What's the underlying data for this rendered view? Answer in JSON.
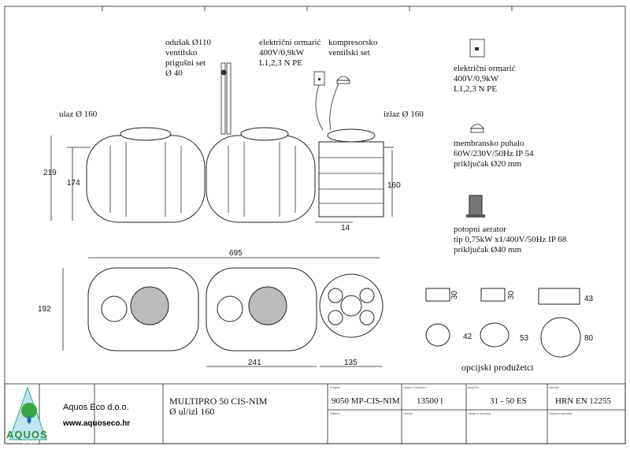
{
  "labels": {
    "odusak": [
      "odušak Ø110",
      "ventilsko",
      "prigušni set",
      "Ø 40"
    ],
    "ormaric_top": [
      "električni ormarić",
      "400V/0,9kW",
      "L1,2,3 N PE"
    ],
    "kompresor": [
      "kompresorsko",
      "ventilski set"
    ],
    "ulaz": "ulaz Ø 160",
    "izlaz": "izlaz Ø 160",
    "ormaric_right": [
      "električni ormarić",
      "400V/0,9kW",
      "L1,2,3 N PE"
    ],
    "puhalo": [
      "membransko puhalo",
      "60W/230V/50Hz  IP 54",
      "priključak Ø20 mm"
    ],
    "aerator": [
      "potopni aerator",
      "tip 0,75kW x1/400V/50Hz IP 68",
      "priključak Ø40 mm"
    ],
    "optional": "opcijski produžetci"
  },
  "dimensions": {
    "h_total": "219",
    "h_body": "174",
    "h_third": "160",
    "gap": "14",
    "length": "695",
    "width": "192",
    "spacing": "241",
    "diam_third": "135",
    "ext1_h": "30",
    "ext2_h": "30",
    "ext3_h": "43",
    "ext1_d": "42",
    "ext2_d": "53",
    "ext3_d": "80"
  },
  "title_block": {
    "company": "Aquos Eco d.o.o.",
    "website": "www.aquoseco.hr",
    "logo_text": "AQUOS",
    "logo_sub": "GROUP",
    "product": "MULTIPRO 50 CIS-NIM",
    "inlet": "Ø ul/izl 160",
    "fields": [
      {
        "label": "Projekt:",
        "value": "9050 MP-CIS-NIM"
      },
      {
        "label": "Ukupni volumen:",
        "value": "13500 l"
      },
      {
        "label": "Broj ES:",
        "value": "31 - 50 ES"
      },
      {
        "label": "Norma:",
        "value": "HRN EN 12255"
      },
      {
        "label": "Datum:",
        "value": ""
      },
      {
        "label": "Uredio:",
        "value": ""
      },
      {
        "label": "Ukupno stranica:",
        "value": ""
      },
      {
        "label": "Objekta stranica:",
        "value": ""
      }
    ]
  }
}
